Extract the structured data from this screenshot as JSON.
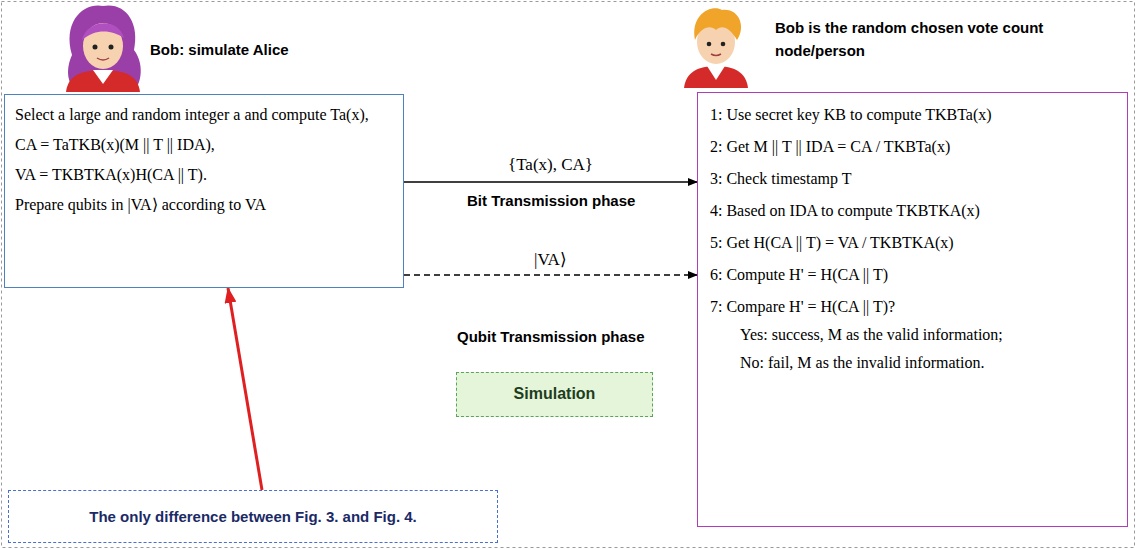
{
  "diagram": {
    "nodes": [
      {
        "text": [
          "Select a large and random integer a and compute Ta(x),",
          "CA = TaTKB(x)(M || T || IDA),",
          "VA = TKBTKA(x)H(CA || T).",
          "Prepare qubits in |VA⟩ according to VA"
        ]
      },
      {
        "text": [
          "1: Use secret key KB to compute TKBTa(x)",
          "2: Get M || T || IDA = CA / TKBTa(x)",
          "3: Check timestamp T",
          "4: Based on IDA to compute TKBTKA(x)",
          "5: Get H(CA || T) = VA / TKBTKA(x)",
          "6: Compute H' = H(CA || T)",
          "7: Compare H' = H(CA || T)?",
          "Yes: success, M as the valid information;",
          "No: fail, M as the invalid information."
        ]
      },
      {
        "text": [
          "Simulation"
        ]
      },
      {
        "text": [
          "The only difference between Fig. 3. and Fig. 4."
        ]
      }
    ],
    "edges": [
      {
        "from": 0,
        "to": 1,
        "arrow": "to",
        "label": "{Ta(x), CA}"
      },
      {
        "from": 0,
        "to": 1,
        "arrow": "to",
        "label": "|VA⟩"
      },
      {
        "from": 3,
        "to": 0,
        "arrow": "to"
      }
    ],
    "labels": [
      "Bob: simulate Alice",
      "Bob is the random chosen vote count node/person",
      "Bit Transmission phase",
      "Qubit Transmission phase"
    ]
  }
}
